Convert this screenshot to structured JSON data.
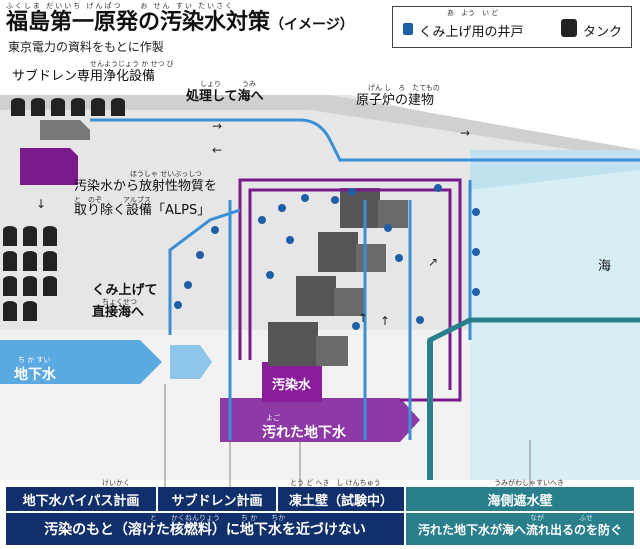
{
  "title": {
    "main": "福島第一原発の汚染水対策",
    "suffix": "（イメージ）",
    "ruby": "ふくしま だいいち げんぱつ　　お せん すい たいさく"
  },
  "source": "東京電力の資料をもとに作製",
  "legend": {
    "well_label": "くみ上げ用の井戸",
    "well_ruby": "あ　よう　い ど",
    "tank_label": "タンク"
  },
  "labels": {
    "subdrain_facility": "サブドレン専用浄化設備",
    "subdrain_facility_ruby": "せんようじょう か せつ び",
    "treat_to_sea": "処理して海へ",
    "treat_to_sea_ruby": "しょり　　　うみ",
    "reactor_building": "原子炉の建物",
    "reactor_building_ruby": "げん し　ろ　たてもの",
    "alps_line1": "汚染水から放射性物質を",
    "alps_line1_ruby": "ほうしゃ せいぶっしつ",
    "alps_line2": "取り除く設備「ALPS」",
    "alps_line2_ruby": "と　のぞ　　　アルプス",
    "pump_up_line1": "くみ上げて",
    "pump_up_line2": "直接海へ",
    "pump_up_ruby": "ちょくせつ",
    "sea": "海",
    "groundwater": "地下水",
    "groundwater_ruby": "ち か すい",
    "contaminated_water": "汚染水",
    "dirty_groundwater": "汚れた地下水",
    "dirty_groundwater_ruby": "よご"
  },
  "measures": {
    "bypass": "地下水バイパス計画",
    "bypass_ruby": "けいかく",
    "subdrain": "サブドレン計画",
    "frozen_wall": "凍土壁（試験中）",
    "frozen_wall_ruby": "とう ど へき　し けんちゅう",
    "seaside_wall": "海側遮水壁",
    "seaside_wall_ruby": "うみがわしゃすいへき",
    "left_summary": "汚染のもと（溶けた核燃料）に地下水を近づけない",
    "left_summary_ruby": "と　　かくねんりょう　　　ち か　　ちか",
    "right_summary": "汚れた地下水が海へ流れ出るのを防ぐ",
    "right_summary_ruby": "なが　　　　　ふせ"
  },
  "colors": {
    "navy": "#11306b",
    "teal": "#2a7f8c",
    "purple": "#7b1a8a",
    "pipe_blue": "#3b8fd6",
    "groundwater_blue": "#5aa9e0",
    "sea": "#d7eef5",
    "ground": "#e8e8e8"
  }
}
